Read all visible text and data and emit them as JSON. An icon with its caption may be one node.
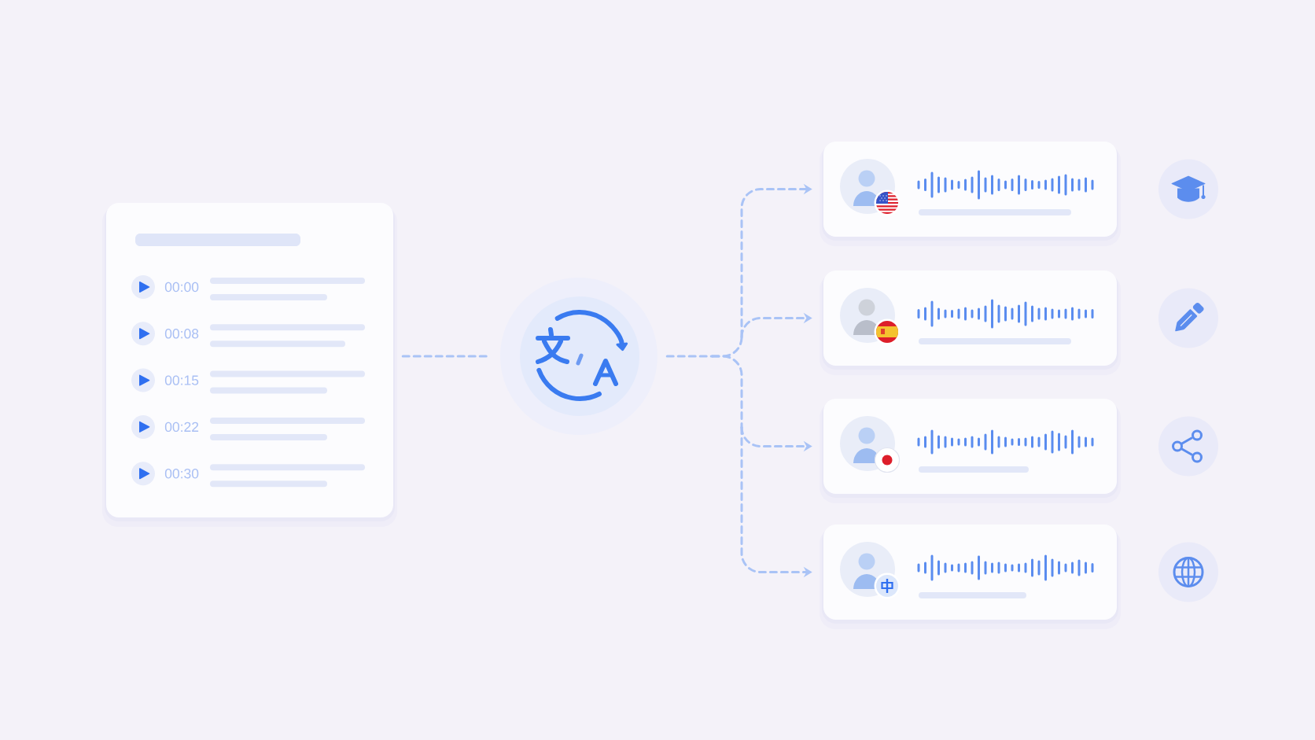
{
  "diagram": {
    "nodes": [
      {
        "text": [
          "00:00",
          "00:08",
          "00:15",
          "00:22",
          "00:30"
        ]
      },
      {
        "text": [],
        "shape": "circle"
      },
      {
        "text": [],
        "shape": "box"
      },
      {
        "text": [],
        "shape": "box"
      },
      {
        "text": [],
        "shape": "box"
      },
      {
        "text": [],
        "shape": "box"
      }
    ],
    "edges": [
      {
        "from": 0,
        "to": 1,
        "arrow": "none",
        "style": "dashed"
      },
      {
        "from": 1,
        "to": 2,
        "arrow": "to",
        "style": "dashed"
      },
      {
        "from": 1,
        "to": 3,
        "arrow": "to",
        "style": "dashed"
      },
      {
        "from": 1,
        "to": 4,
        "arrow": "to",
        "style": "dashed"
      },
      {
        "from": 1,
        "to": 5,
        "arrow": "to",
        "style": "dashed"
      }
    ]
  }
}
